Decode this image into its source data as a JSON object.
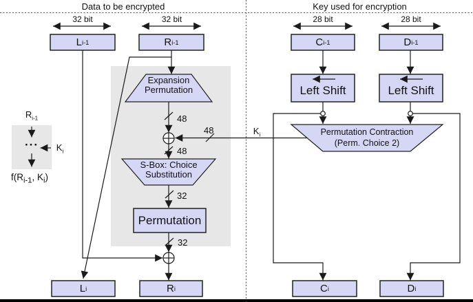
{
  "headers": {
    "left": "Data to be encrypted",
    "right": "Key used for encryption"
  },
  "width_labels": {
    "l_prev": "32 bit",
    "r_prev": "32 bit",
    "c_prev": "28 bit",
    "d_prev": "28 bit"
  },
  "registers": {
    "l_prev": {
      "base": "L",
      "sub": "i-1"
    },
    "r_prev": {
      "base": "R",
      "sub": "i-1"
    },
    "c_prev": {
      "base": "C",
      "sub": "i-1"
    },
    "d_prev": {
      "base": "D",
      "sub": "i-1"
    },
    "l_next": {
      "base": "L",
      "sub": "i"
    },
    "r_next": {
      "base": "R",
      "sub": "i"
    },
    "c_next": {
      "base": "C",
      "sub": "i"
    },
    "d_next": {
      "base": "D",
      "sub": "i"
    }
  },
  "blocks": {
    "expansion": {
      "line1": "Expansion",
      "line2": "Permutation"
    },
    "sbox": {
      "line1": "S-Box: Choice",
      "line2": "Substitution"
    },
    "permutation": {
      "label": "Permutation"
    },
    "left_shift_c": {
      "label": "Left Shift"
    },
    "left_shift_d": {
      "label": "Left Shift"
    },
    "perm_contraction": {
      "line1": "Permutation Contraction",
      "line2": "(Perm. Choice 2)"
    }
  },
  "bus_labels": {
    "exp_out": "48",
    "key_in": "48",
    "xor_out": "48",
    "sbox_out": "32",
    "perm_out": "32"
  },
  "key_label": {
    "base": "K",
    "sub": "i"
  },
  "legend": {
    "input": {
      "base": "R",
      "sub": "i-1"
    },
    "dots": "···",
    "key": {
      "base": "K",
      "sub": "i"
    },
    "output": {
      "p1": "f(R",
      "s1": "i-1",
      "p2": ", K",
      "s2": "i",
      "p3": ")"
    }
  },
  "colors": {
    "box_fill": "#d6d6f5",
    "box_border": "#202020",
    "panel_gray": "#e7e7e7",
    "line": "#1a1a1a",
    "dash": "#555555",
    "bottom_bar": "#000000",
    "text": "#111111"
  }
}
